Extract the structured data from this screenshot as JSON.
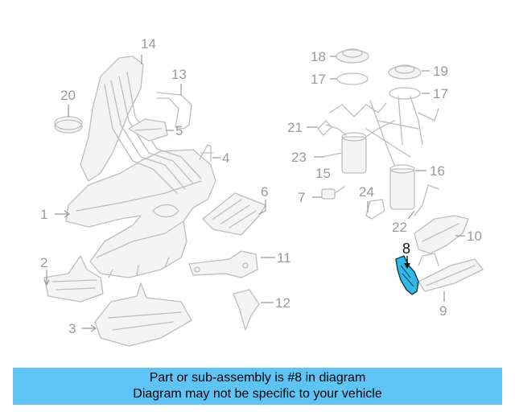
{
  "colors": {
    "highlight": "#33b8e6",
    "banner": "#5ec4f6",
    "line_art": "#bdbdbd",
    "callout_text": "#9a9a9a"
  },
  "callouts": {
    "c1": "1",
    "c2": "2",
    "c3": "3",
    "c4": "4",
    "c5": "5",
    "c6": "6",
    "c7": "7",
    "c8": "8",
    "c9": "9",
    "c10": "10",
    "c11": "11",
    "c12": "12",
    "c13": "13",
    "c14": "14",
    "c15": "15",
    "c16": "16",
    "c17a": "17",
    "c17b": "17",
    "c18": "18",
    "c19": "19",
    "c20": "20",
    "c21": "21",
    "c22": "22",
    "c23": "23",
    "c24": "24"
  },
  "banner": {
    "line1": "Part or sub-assembly is #8 in diagram",
    "line2": "Diagram may not be specific to your vehicle"
  }
}
